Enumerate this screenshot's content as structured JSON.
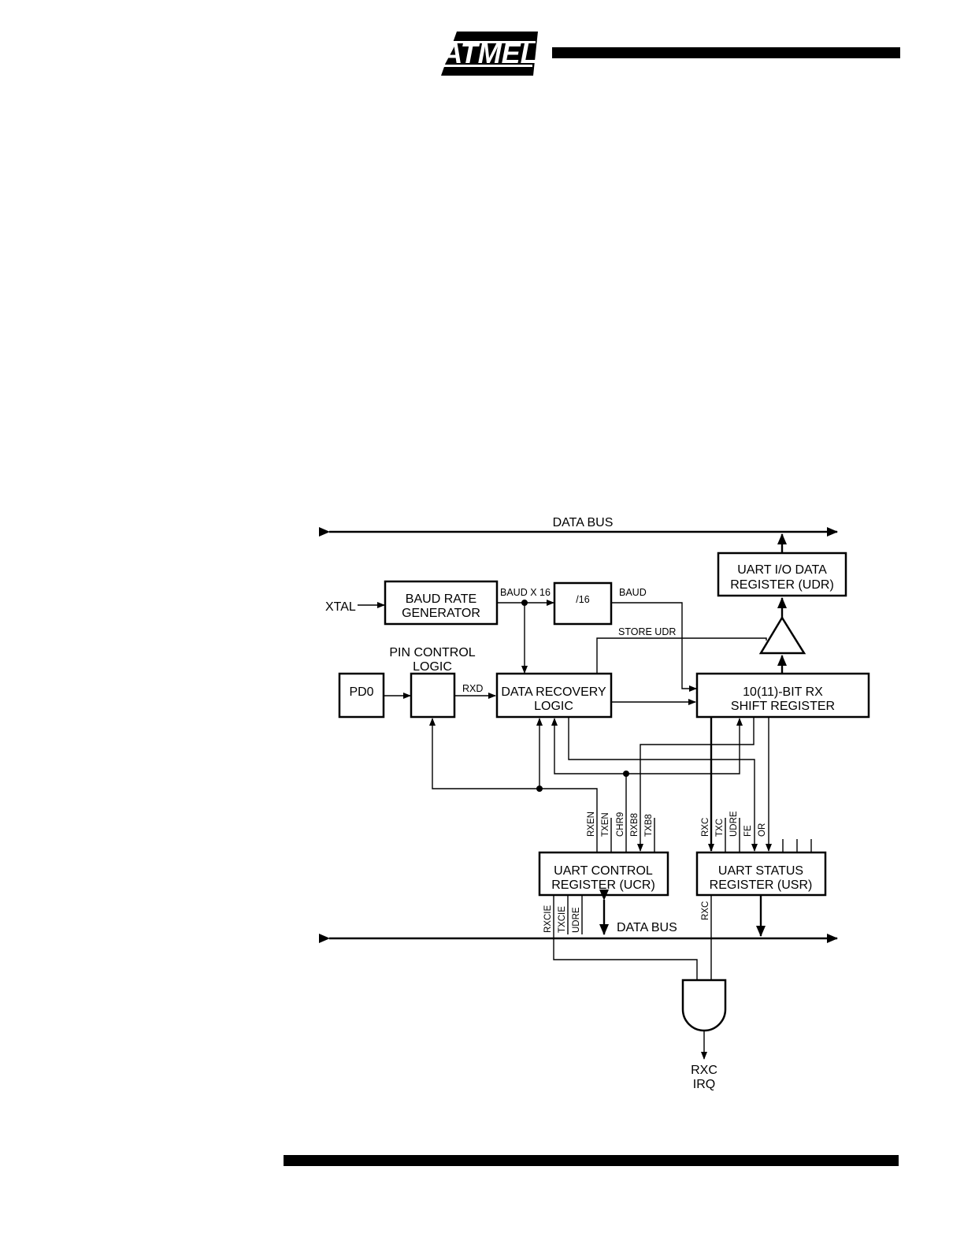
{
  "header": {
    "logo_text": "ATMEL"
  },
  "diagram": {
    "data_bus_top": "DATA BUS",
    "data_bus_bottom": "DATA BUS",
    "xtal": "XTAL",
    "baud_gen": [
      "BAUD RATE",
      "GENERATOR"
    ],
    "baud_x16": "BAUD X 16",
    "div16": "/16",
    "baud": "BAUD",
    "store_udr": "STORE UDR",
    "udr": [
      "UART I/O DATA",
      "REGISTER (UDR)"
    ],
    "pin_control": [
      "PIN CONTROL",
      "LOGIC"
    ],
    "pd0": "PD0",
    "rxd": "RXD",
    "data_recovery": [
      "DATA RECOVERY",
      "LOGIC"
    ],
    "shift_reg": [
      "10(11)-BIT RX",
      "SHIFT REGISTER"
    ],
    "ucr_bits": [
      "RXEN",
      "TXEN",
      "CHR9",
      "RXB8",
      "TXB8"
    ],
    "usr_bits": [
      "RXC",
      "TXC",
      "UDRE",
      "FE",
      "OR"
    ],
    "ucr": [
      "UART CONTROL",
      "REGISTER (UCR)"
    ],
    "usr": [
      "UART STATUS",
      "REGISTER (USR)"
    ],
    "ucr_bottom_bits": [
      "RXCIE",
      "TXCIE",
      "UDRE"
    ],
    "usr_bottom_bit": "RXC",
    "irq": [
      "RXC",
      "IRQ"
    ]
  }
}
